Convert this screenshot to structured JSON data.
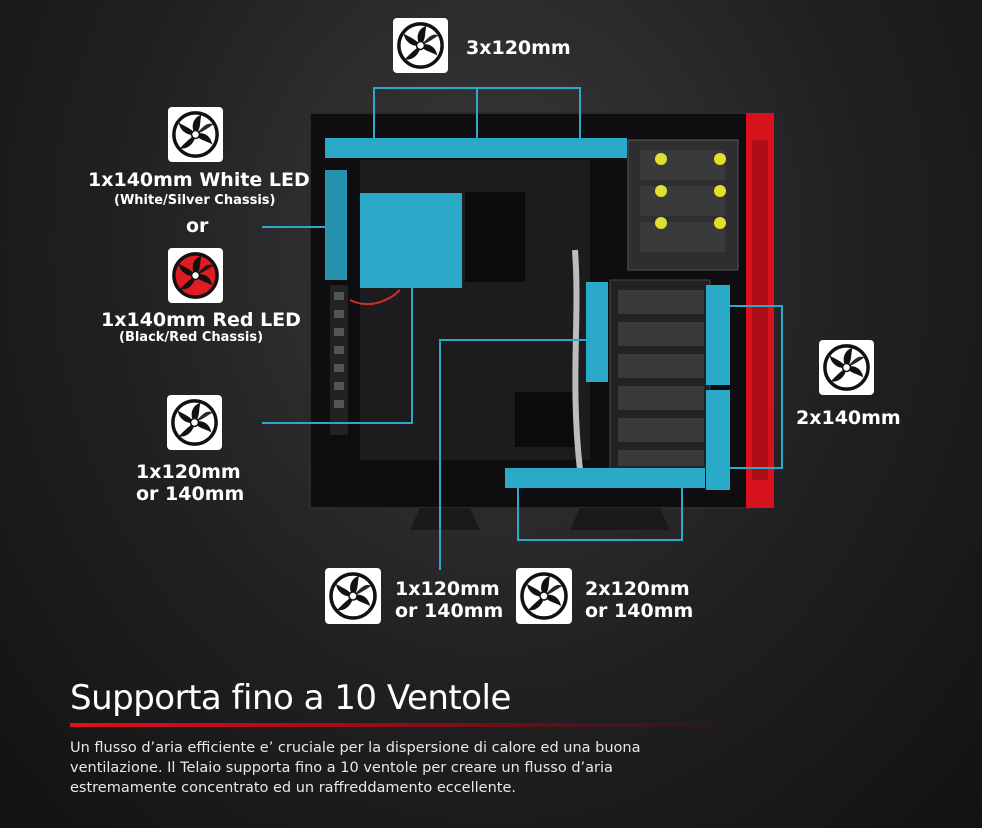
{
  "fans": {
    "top": {
      "label": "3x120mm",
      "icon": "fan-icon"
    },
    "rear_led": {
      "white_label": "1x140mm White LED",
      "white_sub": "(White/Silver Chassis)",
      "or": "or",
      "red_label": "1x140mm Red LED",
      "red_sub": "(Black/Red Chassis)",
      "white_icon": "fan-icon",
      "red_icon": "red-fan-icon"
    },
    "side": {
      "line1": "1x120mm",
      "line2": "or 140mm",
      "icon": "fan-icon"
    },
    "front": {
      "label": "2x140mm",
      "icon": "fan-icon"
    },
    "bottom_left": {
      "line1": "1x120mm",
      "line2": "or 140mm",
      "icon": "fan-icon"
    },
    "bottom_right": {
      "line1": "2x120mm",
      "line2": "or 140mm",
      "icon": "fan-icon"
    }
  },
  "colors": {
    "fan_slot": "#2aa9c9",
    "accent_red": "#d8121c",
    "led_red": "#e01c22",
    "case_dark": "#121214"
  },
  "heading": "Supporta fino a 10 Ventole",
  "description": "Un flusso d’aria efficiente e’ cruciale per la dispersione di calore ed una buona ventilazione. Il Telaio supporta fino a 10 ventole per creare un flusso d’aria estremamente concentrato ed un raffreddamento eccellente."
}
